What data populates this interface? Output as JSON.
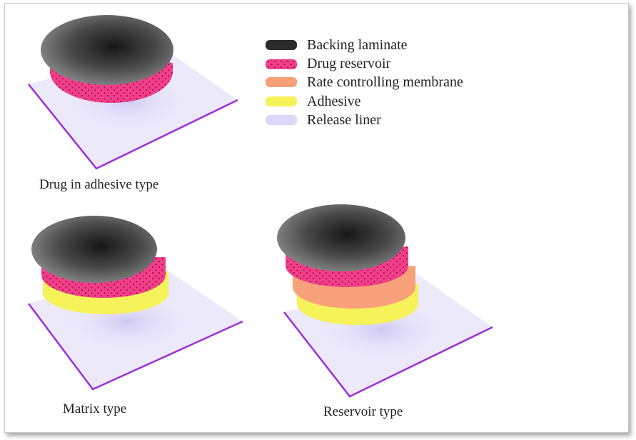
{
  "legend": {
    "items": [
      {
        "label": "Backing laminate",
        "color": "#2b2b2b"
      },
      {
        "label": "Drug reservoir",
        "color": "#f0408a"
      },
      {
        "label": "Rate controlling membrane",
        "color": "#f7a07a"
      },
      {
        "label": "Adhesive",
        "color": "#f5f25a"
      },
      {
        "label": "Release liner",
        "color": "#dcd6f7"
      }
    ]
  },
  "diagrams": {
    "drug_in_adhesive": {
      "caption": "Drug in adhesive type"
    },
    "matrix": {
      "caption": "Matrix type"
    },
    "reservoir": {
      "caption": "Reservoir type"
    }
  },
  "colors": {
    "backing_dark": "#1e1e1e",
    "backing_light": "#7a7a7a",
    "drug": "#f0408a",
    "membrane": "#f7a07a",
    "adhesive": "#f5f25a",
    "liner": "#ece9fb",
    "liner_edge": "#9b30d9",
    "liner_shadow": "#d6d1f5"
  }
}
